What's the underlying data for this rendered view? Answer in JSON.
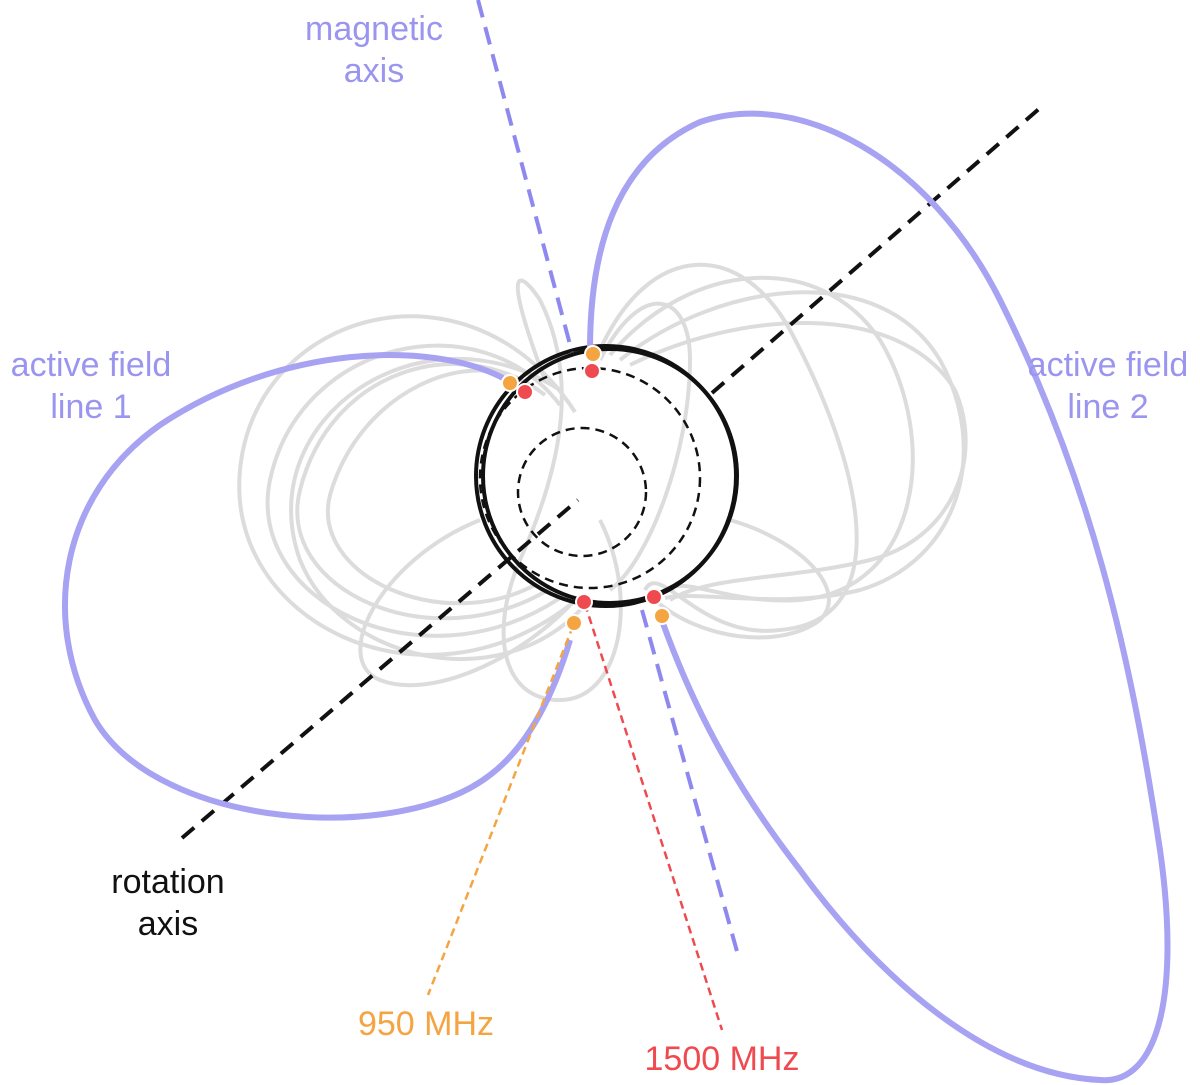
{
  "labels": {
    "magnetic_axis_line1": "magnetic",
    "magnetic_axis_line2": "axis",
    "active_field_1_line1": "active field",
    "active_field_1_line2": "line 1",
    "active_field_2_line1": "active field",
    "active_field_2_line2": "line 2",
    "rotation_axis_line1": "rotation",
    "rotation_axis_line2": "axis",
    "freq_950": "950 MHz",
    "freq_1500": "1500 MHz"
  },
  "colors": {
    "active_field": "#a7a2f2",
    "magnetic_axis": "#8f89ef",
    "rotation_axis": "#111111",
    "background_field_lines": "#dcdcdc",
    "emission_950": "#f5a442",
    "emission_1500": "#ef4a4f"
  }
}
